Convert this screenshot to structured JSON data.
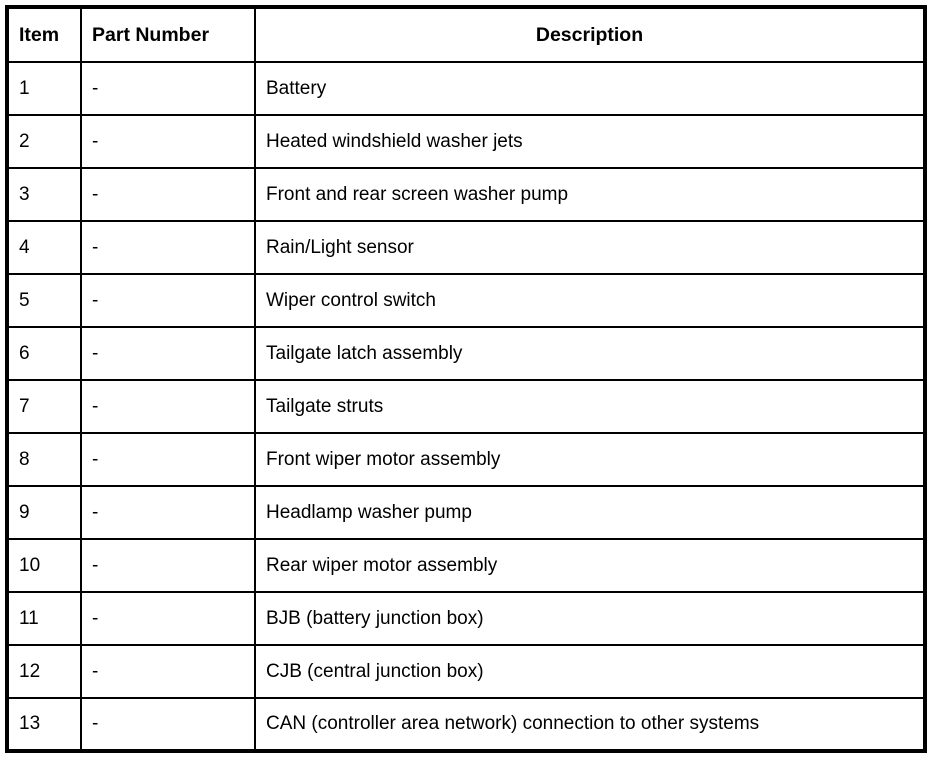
{
  "table": {
    "columns": [
      {
        "key": "item",
        "label": "Item",
        "align": "left"
      },
      {
        "key": "part_number",
        "label": "Part Number",
        "align": "left"
      },
      {
        "key": "description",
        "label": "Description",
        "align": "center"
      }
    ],
    "rows": [
      {
        "item": "1",
        "part_number": "-",
        "description": "Battery"
      },
      {
        "item": "2",
        "part_number": "-",
        "description": "Heated windshield washer jets"
      },
      {
        "item": "3",
        "part_number": "-",
        "description": "Front and rear screen washer pump"
      },
      {
        "item": "4",
        "part_number": "-",
        "description": "Rain/Light sensor"
      },
      {
        "item": "5",
        "part_number": "-",
        "description": "Wiper control switch"
      },
      {
        "item": "6",
        "part_number": "-",
        "description": "Tailgate latch assembly"
      },
      {
        "item": "7",
        "part_number": "-",
        "description": "Tailgate struts"
      },
      {
        "item": "8",
        "part_number": "-",
        "description": "Front wiper motor assembly"
      },
      {
        "item": "9",
        "part_number": "-",
        "description": "Headlamp washer pump"
      },
      {
        "item": "10",
        "part_number": "-",
        "description": "Rear wiper motor assembly"
      },
      {
        "item": "11",
        "part_number": "-",
        "description": "BJB (battery junction box)"
      },
      {
        "item": "12",
        "part_number": "-",
        "description": "CJB (central junction box)"
      },
      {
        "item": "13",
        "part_number": "-",
        "description": "CAN (controller area network) connection to other systems"
      }
    ]
  },
  "colors": {
    "border": "#000000",
    "text": "#000000",
    "background": "#ffffff"
  }
}
